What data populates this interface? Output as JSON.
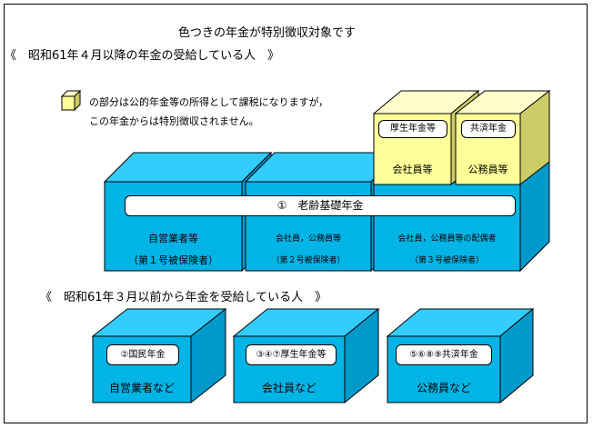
{
  "title": "色つきの年金が特別徴収対象です",
  "section1_heading": "《　昭和61年４月以降の年金の受給している人　》",
  "legend": {
    "line1": "の部分は公的年金等の所得として課税になりますが，",
    "line2": "この年金からは特別徴収されません。"
  },
  "section1": {
    "band_label": "①　老齢基礎年金",
    "col1": {
      "line1": "自営業者等",
      "line2": "（第１号被保険者）"
    },
    "col2": {
      "line1": "会社員，公務員等",
      "line2": "（第２号被保険者）"
    },
    "col3": {
      "line1": "会社員，公務員等の配偶者",
      "line2": "（第３号被保険者）"
    },
    "top_box1": {
      "label": "厚生年金等",
      "caption": "会社員等"
    },
    "top_box2": {
      "label": "共済年金",
      "caption": "公務員等"
    }
  },
  "section2_heading": "《　昭和61年３月以前から年金を受給している人　》",
  "section2": {
    "box1": {
      "label": "②国民年金",
      "caption": "自営業者など"
    },
    "box2": {
      "label": "③④⑦厚生年金等",
      "caption": "会社員など"
    },
    "box3": {
      "label": "⑤⑥⑧⑨共済年金",
      "caption": "公務員など"
    }
  },
  "colors": {
    "blue_front": "#00b4e6",
    "blue_top": "#33ccff",
    "blue_side": "#0099cc",
    "yellow_front": "#ffff99",
    "yellow_top": "#ffffcc",
    "yellow_side": "#cccc66"
  }
}
